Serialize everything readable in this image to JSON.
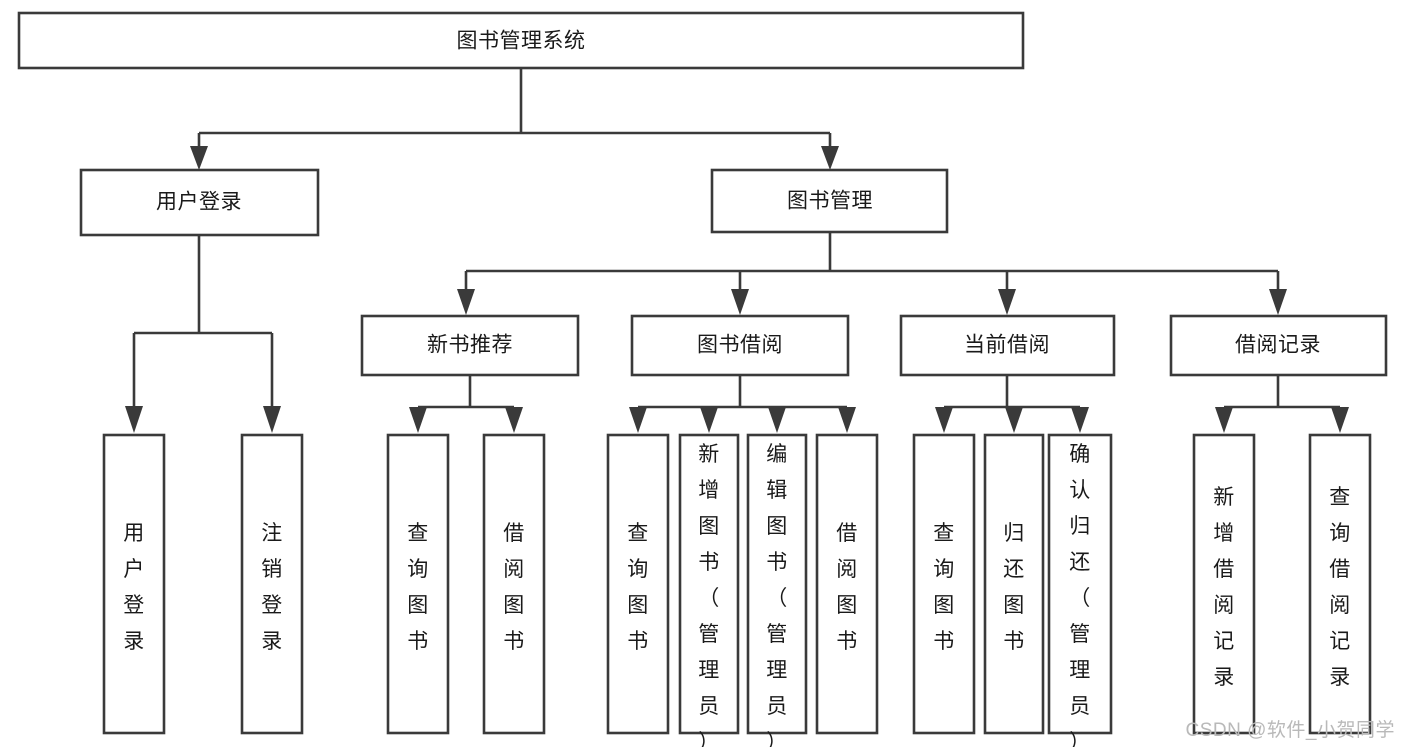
{
  "diagram": {
    "title": "图书管理系统",
    "type": "hierarchy-tree",
    "orientation": "top-down",
    "style": {
      "box_fill": "#ffffff",
      "box_stroke": "#3a3a3a",
      "text_color": "#1a1a1a",
      "canvas_background": "#ffffff",
      "watermark_color": "#b9b9b9"
    },
    "levels": [
      {
        "level": 1,
        "nodes": [
          {
            "id": "root",
            "label": "图书管理系统",
            "orientation": "horizontal"
          }
        ]
      },
      {
        "level": 2,
        "nodes": [
          {
            "id": "user-login",
            "label": "用户登录",
            "orientation": "horizontal",
            "parent": "root"
          },
          {
            "id": "book-manage",
            "label": "图书管理",
            "orientation": "horizontal",
            "parent": "root"
          }
        ]
      },
      {
        "level": 3,
        "nodes": [
          {
            "id": "new-book-rec",
            "label": "新书推荐",
            "orientation": "horizontal",
            "parent": "book-manage"
          },
          {
            "id": "book-borrow",
            "label": "图书借阅",
            "orientation": "horizontal",
            "parent": "book-manage"
          },
          {
            "id": "current-borrow",
            "label": "当前借阅",
            "orientation": "horizontal",
            "parent": "book-manage"
          },
          {
            "id": "borrow-record",
            "label": "借阅记录",
            "orientation": "horizontal",
            "parent": "book-manage"
          }
        ]
      },
      {
        "level": 4,
        "nodes": [
          {
            "id": "leaf-user-login",
            "label": "用户登录",
            "orientation": "vertical",
            "parent": "user-login"
          },
          {
            "id": "leaf-logout",
            "label": "注销登录",
            "orientation": "vertical",
            "parent": "user-login"
          },
          {
            "id": "leaf-query-book-1",
            "label": "查询图书",
            "orientation": "vertical",
            "parent": "new-book-rec"
          },
          {
            "id": "leaf-borrow-book-1",
            "label": "借阅图书",
            "orientation": "vertical",
            "parent": "new-book-rec"
          },
          {
            "id": "leaf-query-book-2",
            "label": "查询图书",
            "orientation": "vertical",
            "parent": "book-borrow"
          },
          {
            "id": "leaf-add-book",
            "label": "新增图书（管理员）",
            "orientation": "vertical",
            "parent": "book-borrow"
          },
          {
            "id": "leaf-edit-book",
            "label": "编辑图书（管理员）",
            "orientation": "vertical",
            "parent": "book-borrow"
          },
          {
            "id": "leaf-borrow-book-2",
            "label": "借阅图书",
            "orientation": "vertical",
            "parent": "book-borrow"
          },
          {
            "id": "leaf-query-book-3",
            "label": "查询图书",
            "orientation": "vertical",
            "parent": "current-borrow"
          },
          {
            "id": "leaf-return-book",
            "label": "归还图书",
            "orientation": "vertical",
            "parent": "current-borrow"
          },
          {
            "id": "leaf-confirm-return",
            "label": "确认归还（管理员）",
            "orientation": "vertical",
            "parent": "current-borrow"
          },
          {
            "id": "leaf-add-record",
            "label": "新增借阅记录",
            "orientation": "vertical",
            "parent": "borrow-record"
          },
          {
            "id": "leaf-query-record",
            "label": "查询借阅记录",
            "orientation": "vertical",
            "parent": "borrow-record"
          }
        ]
      }
    ]
  },
  "watermark": {
    "text": "CSDN @软件_小贺同学"
  }
}
